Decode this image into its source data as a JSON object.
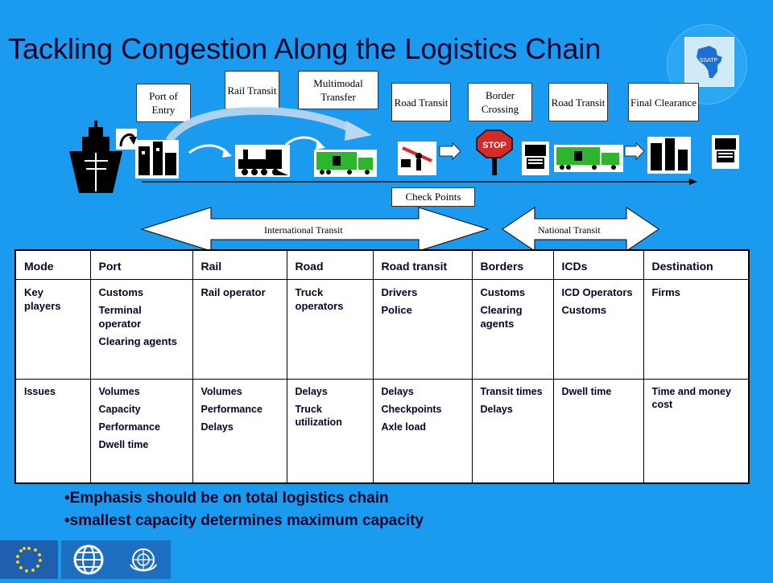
{
  "title": "Tackling Congestion Along the Logistics Chain",
  "stages": [
    {
      "id": "port-of-entry",
      "label": "Port of Entry"
    },
    {
      "id": "rail-transit",
      "label": "Rail Transit"
    },
    {
      "id": "multimodal-transfer",
      "label": "Multimodal Transfer"
    },
    {
      "id": "road-transit-1",
      "label": "Road Transit"
    },
    {
      "id": "border-crossing",
      "label": "Border Crossing"
    },
    {
      "id": "road-transit-2",
      "label": "Road Transit"
    },
    {
      "id": "final-clearance",
      "label": "Final Clearance"
    }
  ],
  "check_points_label": "Check Points",
  "transit": {
    "international": "International Transit",
    "national": "National Transit"
  },
  "stop_sign": "STOP",
  "logo_text": "SSATP",
  "table": {
    "header": [
      "Mode",
      "Port",
      "Rail",
      "Road",
      "Road transit",
      "Borders",
      "ICDs",
      "Destination"
    ],
    "key_players": {
      "label": [
        "Key",
        "players"
      ],
      "cells": [
        [
          "Customs",
          "Terminal operator",
          "Clearing agents"
        ],
        [
          "Rail operator"
        ],
        [
          "Truck operators"
        ],
        [
          "Drivers",
          "Police"
        ],
        [
          "Customs",
          "Clearing agents"
        ],
        [
          "ICD Operators",
          "Customs"
        ],
        [
          "Firms"
        ]
      ]
    },
    "issues": {
      "label": "Issues",
      "cells": [
        [
          "Volumes",
          "Capacity",
          "Performance",
          "Dwell time"
        ],
        [
          "Volumes",
          "Performance",
          "Delays"
        ],
        [
          "Delays",
          "Truck utilization"
        ],
        [
          "Delays",
          "Checkpoints",
          "Axle load"
        ],
        [
          "Transit times",
          "Delays"
        ],
        [
          "Dwell time"
        ],
        [
          "Time and money cost"
        ]
      ]
    }
  },
  "bullets": [
    "Emphasis should be on total logistics chain",
    "smallest capacity determines maximum capacity"
  ],
  "colors": {
    "background": "#1a9bf0",
    "title": "#05052a",
    "truck": "#2db52d",
    "stop": "#d42a2a"
  }
}
